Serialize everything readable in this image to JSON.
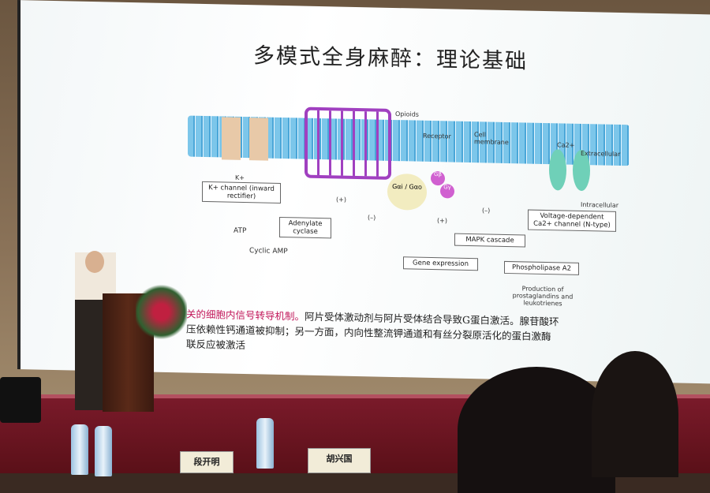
{
  "slide": {
    "title": "多模式全身麻醉：理论基础",
    "diagram": {
      "opioids": "Opioids",
      "receptor": "Receptor",
      "cell_membrane": "Cell membrane",
      "ca": "Ca2+",
      "extracellular": "Extracellular",
      "intracellular": "Intracellular",
      "k": "K+",
      "k_channel": "K+ channel (inward rectifier)",
      "plus1": "(+)",
      "g_alpha": "Gαi / Gαo",
      "g_beta": "Gβ",
      "g_gamma": "Gγ",
      "minus1": "(–)",
      "minus2": "(–)",
      "plus2": "(+)",
      "vdcc": "Voltage-dependent Ca2+ channel (N-type)",
      "adenylate": "Adenylate cyclase",
      "atp": "ATP",
      "camp": "Cyclic AMP",
      "mapk": "MAPK cascade",
      "gene": "Gene expression",
      "pla2": "Phospholipase A2",
      "production": "Production of prostaglandins and leukotrienes"
    },
    "caption": {
      "highlight": "关的细胞内信号转导机制。",
      "line1": "阿片受体激动剂与阿片受体结合导致G蛋白激活。腺苷酸环",
      "line2": "压依赖性钙通道被抑制；另一方面，内向性整流钾通道和有丝分裂原活化的蛋白激酶",
      "line3": "联反应被激活"
    }
  },
  "name_cards": [
    "段开明",
    "胡兴国"
  ]
}
